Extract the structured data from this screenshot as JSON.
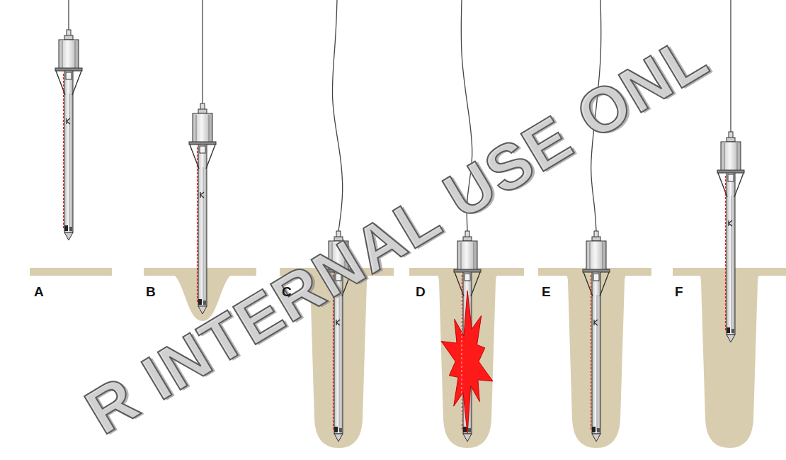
{
  "diagram": {
    "labels": [
      "A",
      "B",
      "C",
      "D",
      "E",
      "F",
      "R INTERNAL USE ONL"
    ]
  }
}
